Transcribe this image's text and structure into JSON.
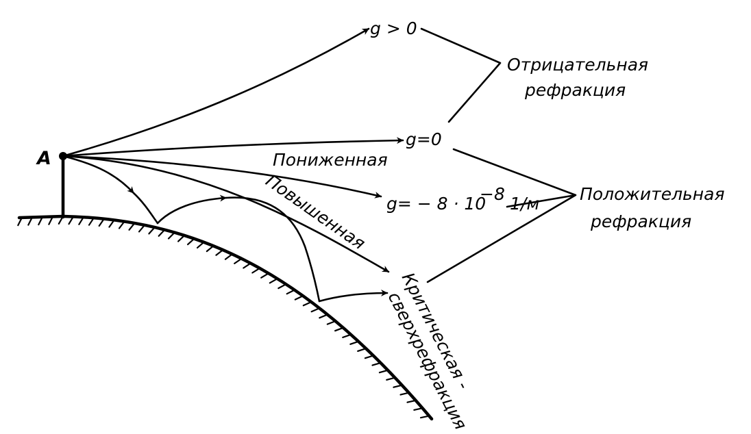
{
  "point_label": "A",
  "g_labels": {
    "g_positive": "g > 0",
    "g_zero": "g=0",
    "g_normal_main": "g= − 8 · 10",
    "g_normal_exp": "−8",
    "g_normal_unit": "1/м"
  },
  "trajectory_labels": {
    "reduced": "Пониженная",
    "increased": "Повышенная",
    "critical_line1": "Критическая -",
    "critical_line2": "сверхрефракция"
  },
  "groups": {
    "negative_line1": "Отрицательная",
    "negative_line2": "рефракция",
    "positive_line1": "Положительная",
    "positive_line2": "рефракция"
  }
}
